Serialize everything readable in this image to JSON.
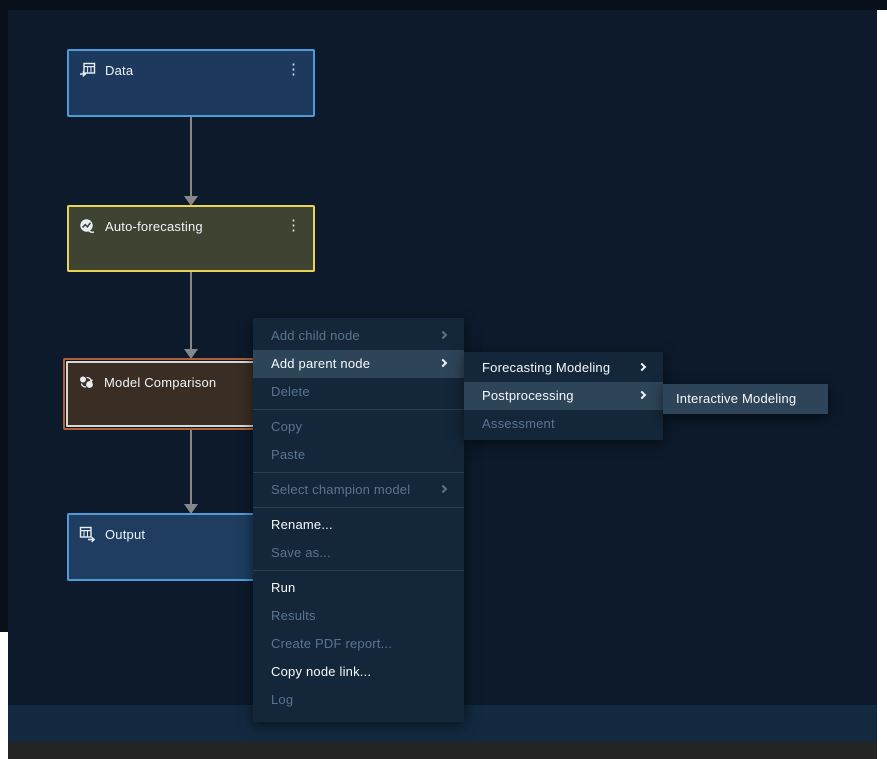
{
  "icons": {
    "kebab": "⋮",
    "submenu_chevron": ">"
  },
  "pipeline": {
    "nodes": [
      {
        "label": "Data",
        "icon": "data-table-icon",
        "border_color": "#4f9bd8",
        "fill_color": "#1d3a5e",
        "selected": false
      },
      {
        "label": "Auto-forecasting",
        "icon": "forecast-icon",
        "border_color": "#e5d455",
        "fill_color": "#3e4431",
        "selected": false
      },
      {
        "label": "Model Comparison",
        "icon": "model-compare-icon",
        "border_color": "#b06030",
        "fill_color": "#392d24",
        "selected": true
      },
      {
        "label": "Output",
        "icon": "output-table-icon",
        "border_color": "#4f9bd8",
        "fill_color": "#1e3d60",
        "selected": false
      }
    ]
  },
  "context_menu": {
    "items": [
      {
        "label": "Add child node",
        "enabled": false,
        "submenu": true,
        "active": false
      },
      {
        "label": "Add parent node",
        "enabled": true,
        "submenu": true,
        "active": true
      },
      {
        "label": "Delete",
        "enabled": false,
        "submenu": false,
        "active": false
      },
      {
        "label": "Copy",
        "enabled": false,
        "submenu": false,
        "active": false
      },
      {
        "label": "Paste",
        "enabled": false,
        "submenu": false,
        "active": false
      },
      {
        "label": "Select champion model",
        "enabled": false,
        "submenu": true,
        "active": false
      },
      {
        "label": "Rename...",
        "enabled": true,
        "submenu": false,
        "active": false
      },
      {
        "label": "Save as...",
        "enabled": false,
        "submenu": false,
        "active": false
      },
      {
        "label": "Run",
        "enabled": true,
        "submenu": false,
        "active": false
      },
      {
        "label": "Results",
        "enabled": false,
        "submenu": false,
        "active": false
      },
      {
        "label": "Create PDF report...",
        "enabled": false,
        "submenu": false,
        "active": false
      },
      {
        "label": "Copy node link...",
        "enabled": true,
        "submenu": false,
        "active": false
      },
      {
        "label": "Log",
        "enabled": false,
        "submenu": false,
        "active": false
      }
    ]
  },
  "add_parent_submenu": {
    "items": [
      {
        "label": "Forecasting Modeling",
        "enabled": true,
        "submenu": true,
        "active": false
      },
      {
        "label": "Postprocessing",
        "enabled": true,
        "submenu": true,
        "active": true
      },
      {
        "label": "Assessment",
        "enabled": false,
        "submenu": false,
        "active": false
      }
    ]
  },
  "postprocessing_submenu": {
    "items": [
      {
        "label": "Interactive Modeling",
        "enabled": true,
        "submenu": false,
        "active": true
      }
    ]
  },
  "colors": {
    "canvas_bg": "#0c1a2b",
    "frame_band": "#081019",
    "menu_bg": "#142639",
    "menu_highlight": "#2e4458",
    "menu_text_enabled": "#f5f8fa",
    "menu_text_disabled": "#5a7490",
    "separator": "#2b3d51",
    "connector": "#85878a",
    "footer_bg": "#12293f",
    "bottom_strip_bg": "#242424"
  }
}
